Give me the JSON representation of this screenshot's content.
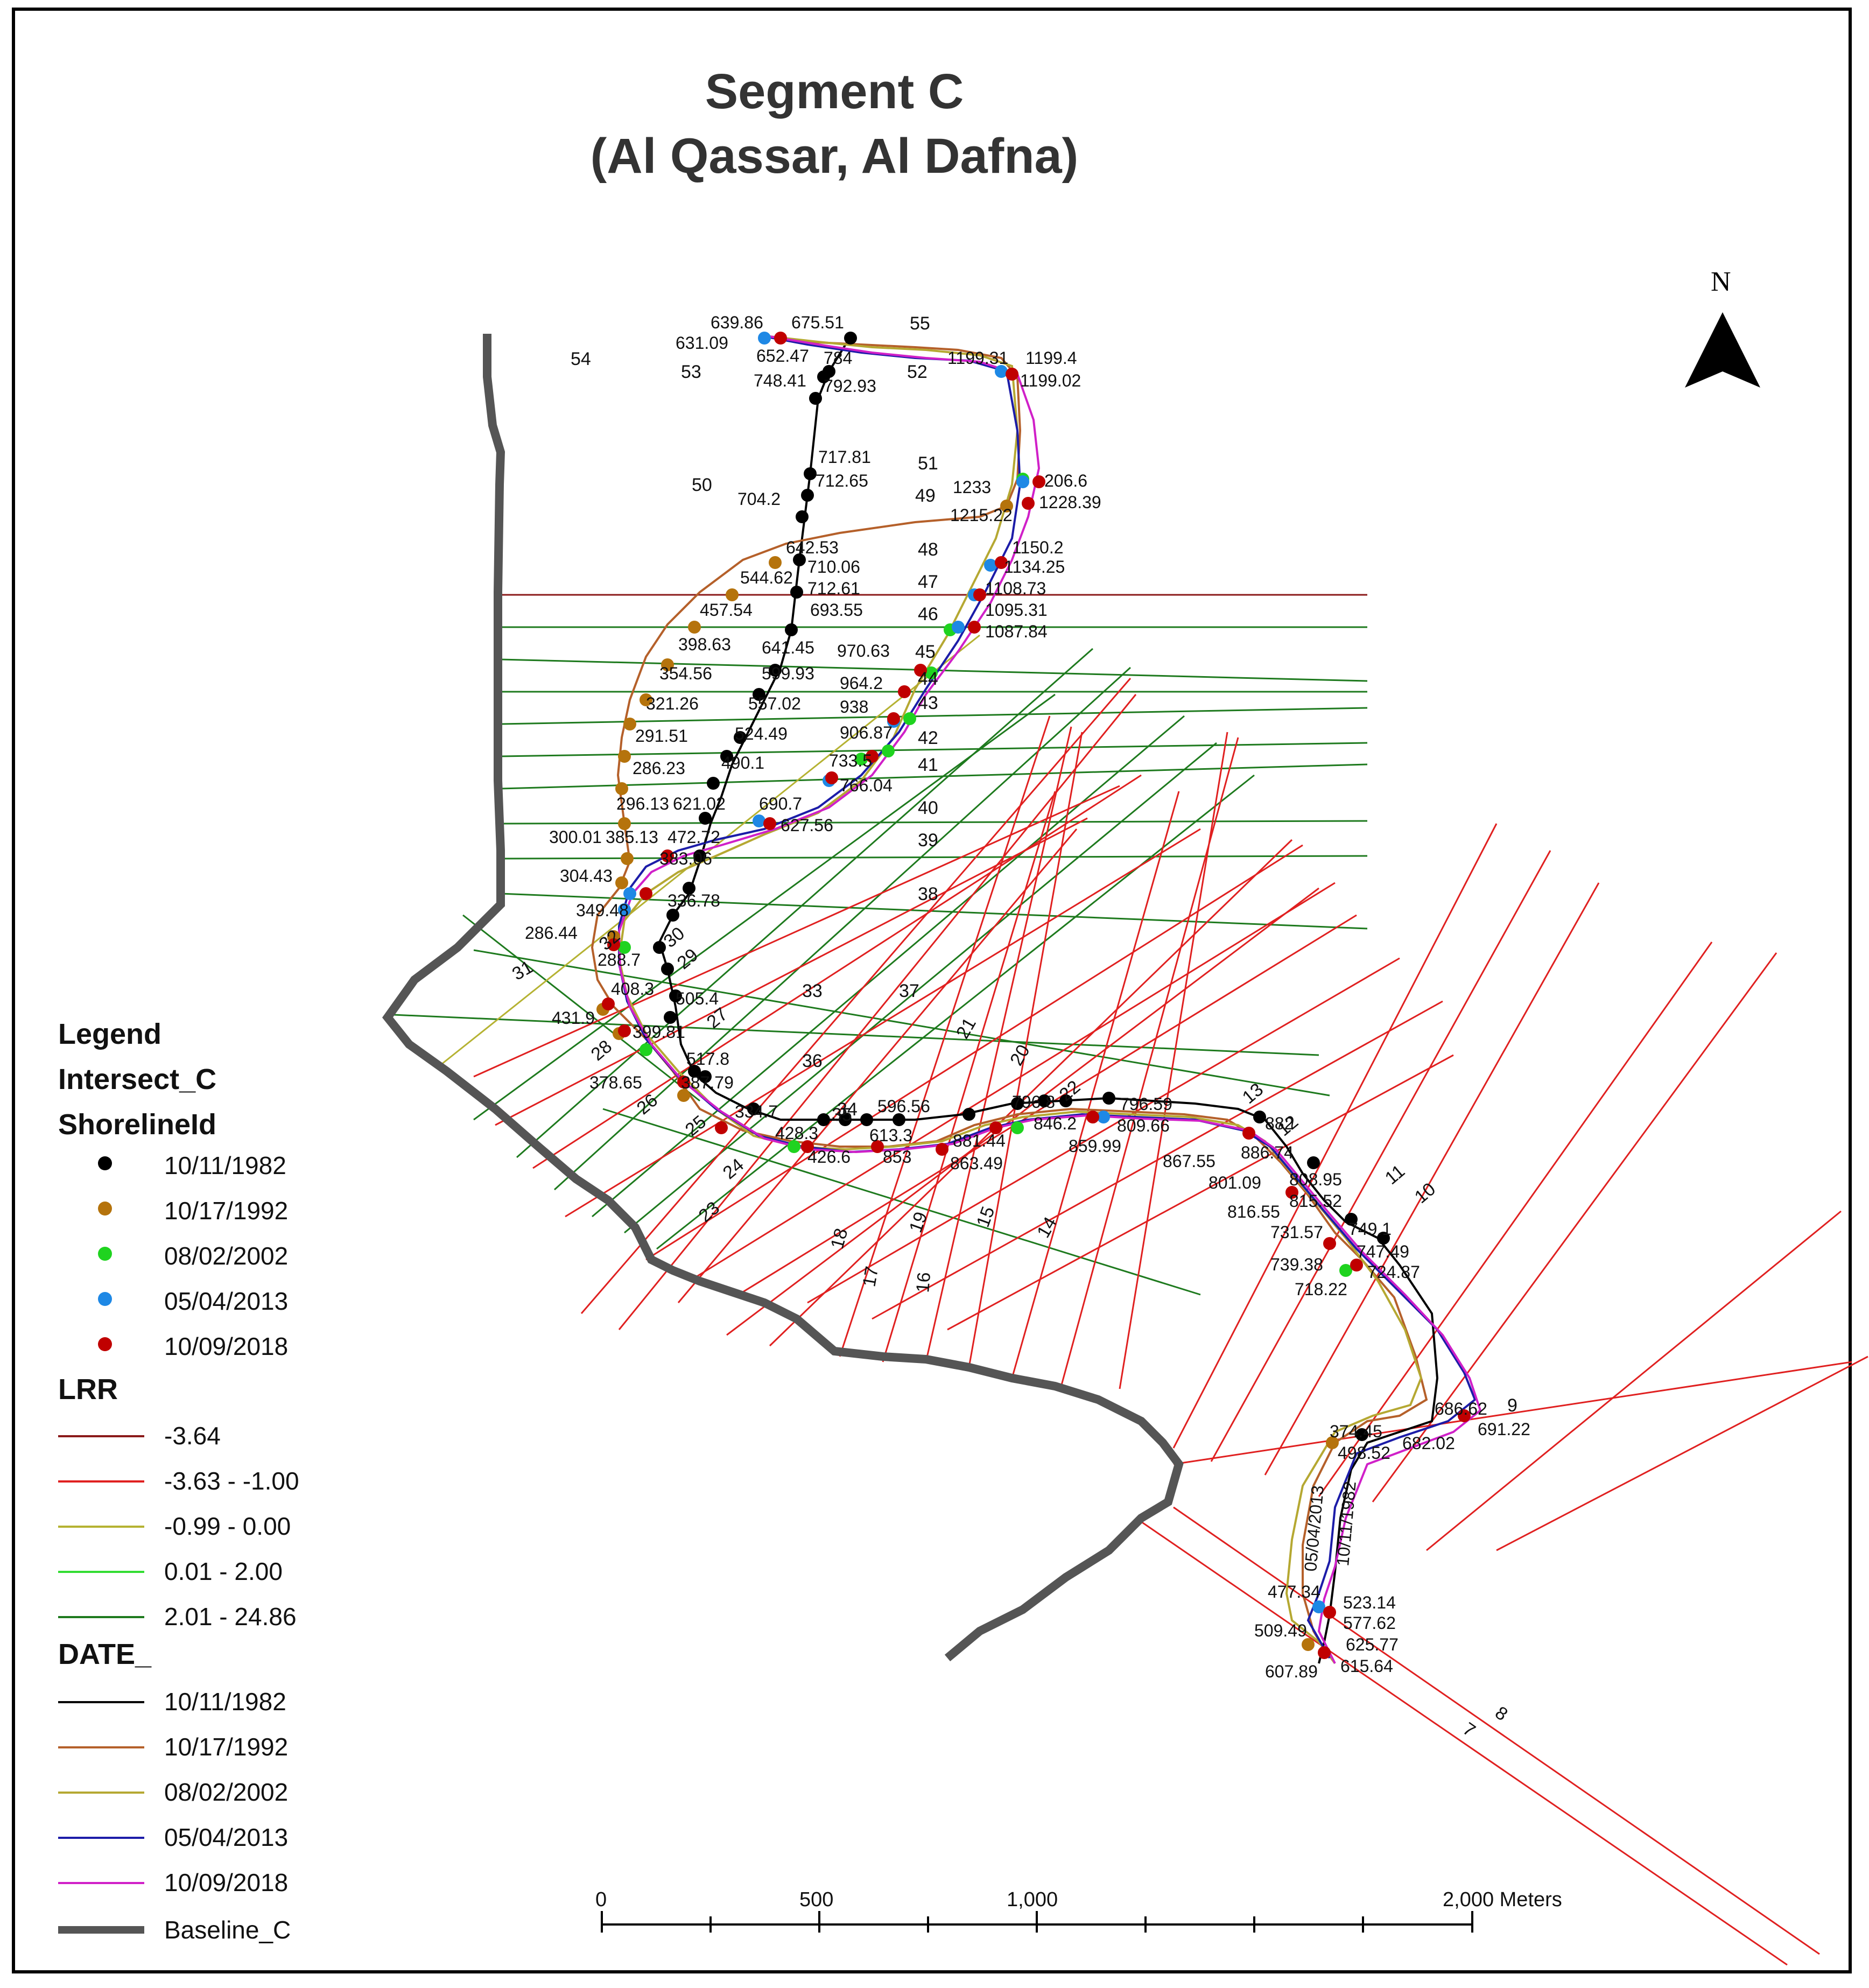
{
  "title": [
    "Segment C",
    "(Al Qassar, Al Dafna)"
  ],
  "north_label": "N",
  "legend": {
    "heading": "Legend",
    "intersect_title": "Intersect_C",
    "shoreline_title": "ShorelineId",
    "shoreline_dates": [
      {
        "label": "10/11/1982",
        "color": "#000000"
      },
      {
        "label": "10/17/1992",
        "color": "#b5730c"
      },
      {
        "label": "08/02/2002",
        "color": "#1fd31f"
      },
      {
        "label": "05/04/2013",
        "color": "#1e88e5"
      },
      {
        "label": "10/09/2018",
        "color": "#c00000"
      }
    ],
    "lrr_title": "LRR",
    "lrr_classes": [
      {
        "label": "-3.64",
        "color": "#8b1a1a"
      },
      {
        "label": "-3.63 - -1.00",
        "color": "#e02020"
      },
      {
        "label": "-0.99 - 0.00",
        "color": "#b5b232"
      },
      {
        "label": "0.01 - 2.00",
        "color": "#33dd33"
      },
      {
        "label": "2.01 - 24.86",
        "color": "#1e7a1e"
      }
    ],
    "date_title": "DATE_",
    "date_lines": [
      {
        "label": "10/11/1982",
        "color": "#000000"
      },
      {
        "label": "10/17/1992",
        "color": "#b5602a"
      },
      {
        "label": "08/02/2002",
        "color": "#b5a832"
      },
      {
        "label": "05/04/2013",
        "color": "#1c1ca8"
      },
      {
        "label": "10/09/2018",
        "color": "#d020c8"
      }
    ],
    "baseline_label": "Baseline_C"
  },
  "scale_bar": {
    "ticks": [
      "0",
      "500",
      "1,000",
      "2,000 Meters"
    ]
  },
  "transect_labels": [
    "7",
    "8",
    "9",
    "10",
    "11",
    "12",
    "13",
    "14",
    "15",
    "16",
    "17",
    "18",
    "19",
    "20",
    "21",
    "22",
    "23",
    "24",
    "25",
    "26",
    "27",
    "28",
    "29",
    "30",
    "31",
    "32",
    "33",
    "34",
    "35",
    "36",
    "37",
    "38",
    "39",
    "40",
    "41",
    "42",
    "43",
    "44",
    "45",
    "46",
    "47",
    "48",
    "49",
    "50",
    "51",
    "52",
    "53",
    "54",
    "55"
  ],
  "point_labels": [
    "639.86",
    "675.51",
    "631.09",
    "652.47",
    "784",
    "748.41",
    "792.93",
    "1199.31",
    "1199.4",
    "1199.02",
    "717.81",
    "712.65",
    "704.2",
    "1233",
    "206.6",
    "1228.39",
    "1215.22",
    "642.53",
    "710.06",
    "1150.2",
    "1134.25",
    "544.62",
    "712.61",
    "1108.73",
    "457.54",
    "693.55",
    "1095.31",
    "1087.84",
    "398.63",
    "641.45",
    "970.63",
    "354.56",
    "599.93",
    "964.2",
    "321.26",
    "557.02",
    "938",
    "291.51",
    "524.49",
    "906.87",
    "286.23",
    "490.1",
    "733.5",
    "766.04",
    "296.13",
    "621.02",
    "690.7",
    "627.56",
    "300.01",
    "385.13",
    "472.72",
    "304.43",
    "383.06",
    "349.48",
    "336.78",
    "286.44",
    "288.7",
    "408.3",
    "505.4",
    "431.9",
    "399.81",
    "517.8",
    "378.65",
    "387.79",
    "334.7",
    "428.3",
    "426.6",
    "596.56",
    "613.3",
    "853",
    "863.49",
    "881.44",
    "859.99",
    "796.8",
    "846.2",
    "796.59",
    "809.66",
    "867.55",
    "886.74",
    "882",
    "801.09",
    "808.95",
    "816.55",
    "815.52",
    "731.57",
    "749.1",
    "747.49",
    "739.38",
    "724.87",
    "718.22",
    "686.62",
    "691.22",
    "374.45",
    "498.52",
    "682.02",
    "477.34",
    "523.14",
    "509.49",
    "577.62",
    "625.77",
    "607.89",
    "615.64"
  ],
  "shoreline_date_labels": [
    "05/04/2013",
    "10/11/1982"
  ]
}
